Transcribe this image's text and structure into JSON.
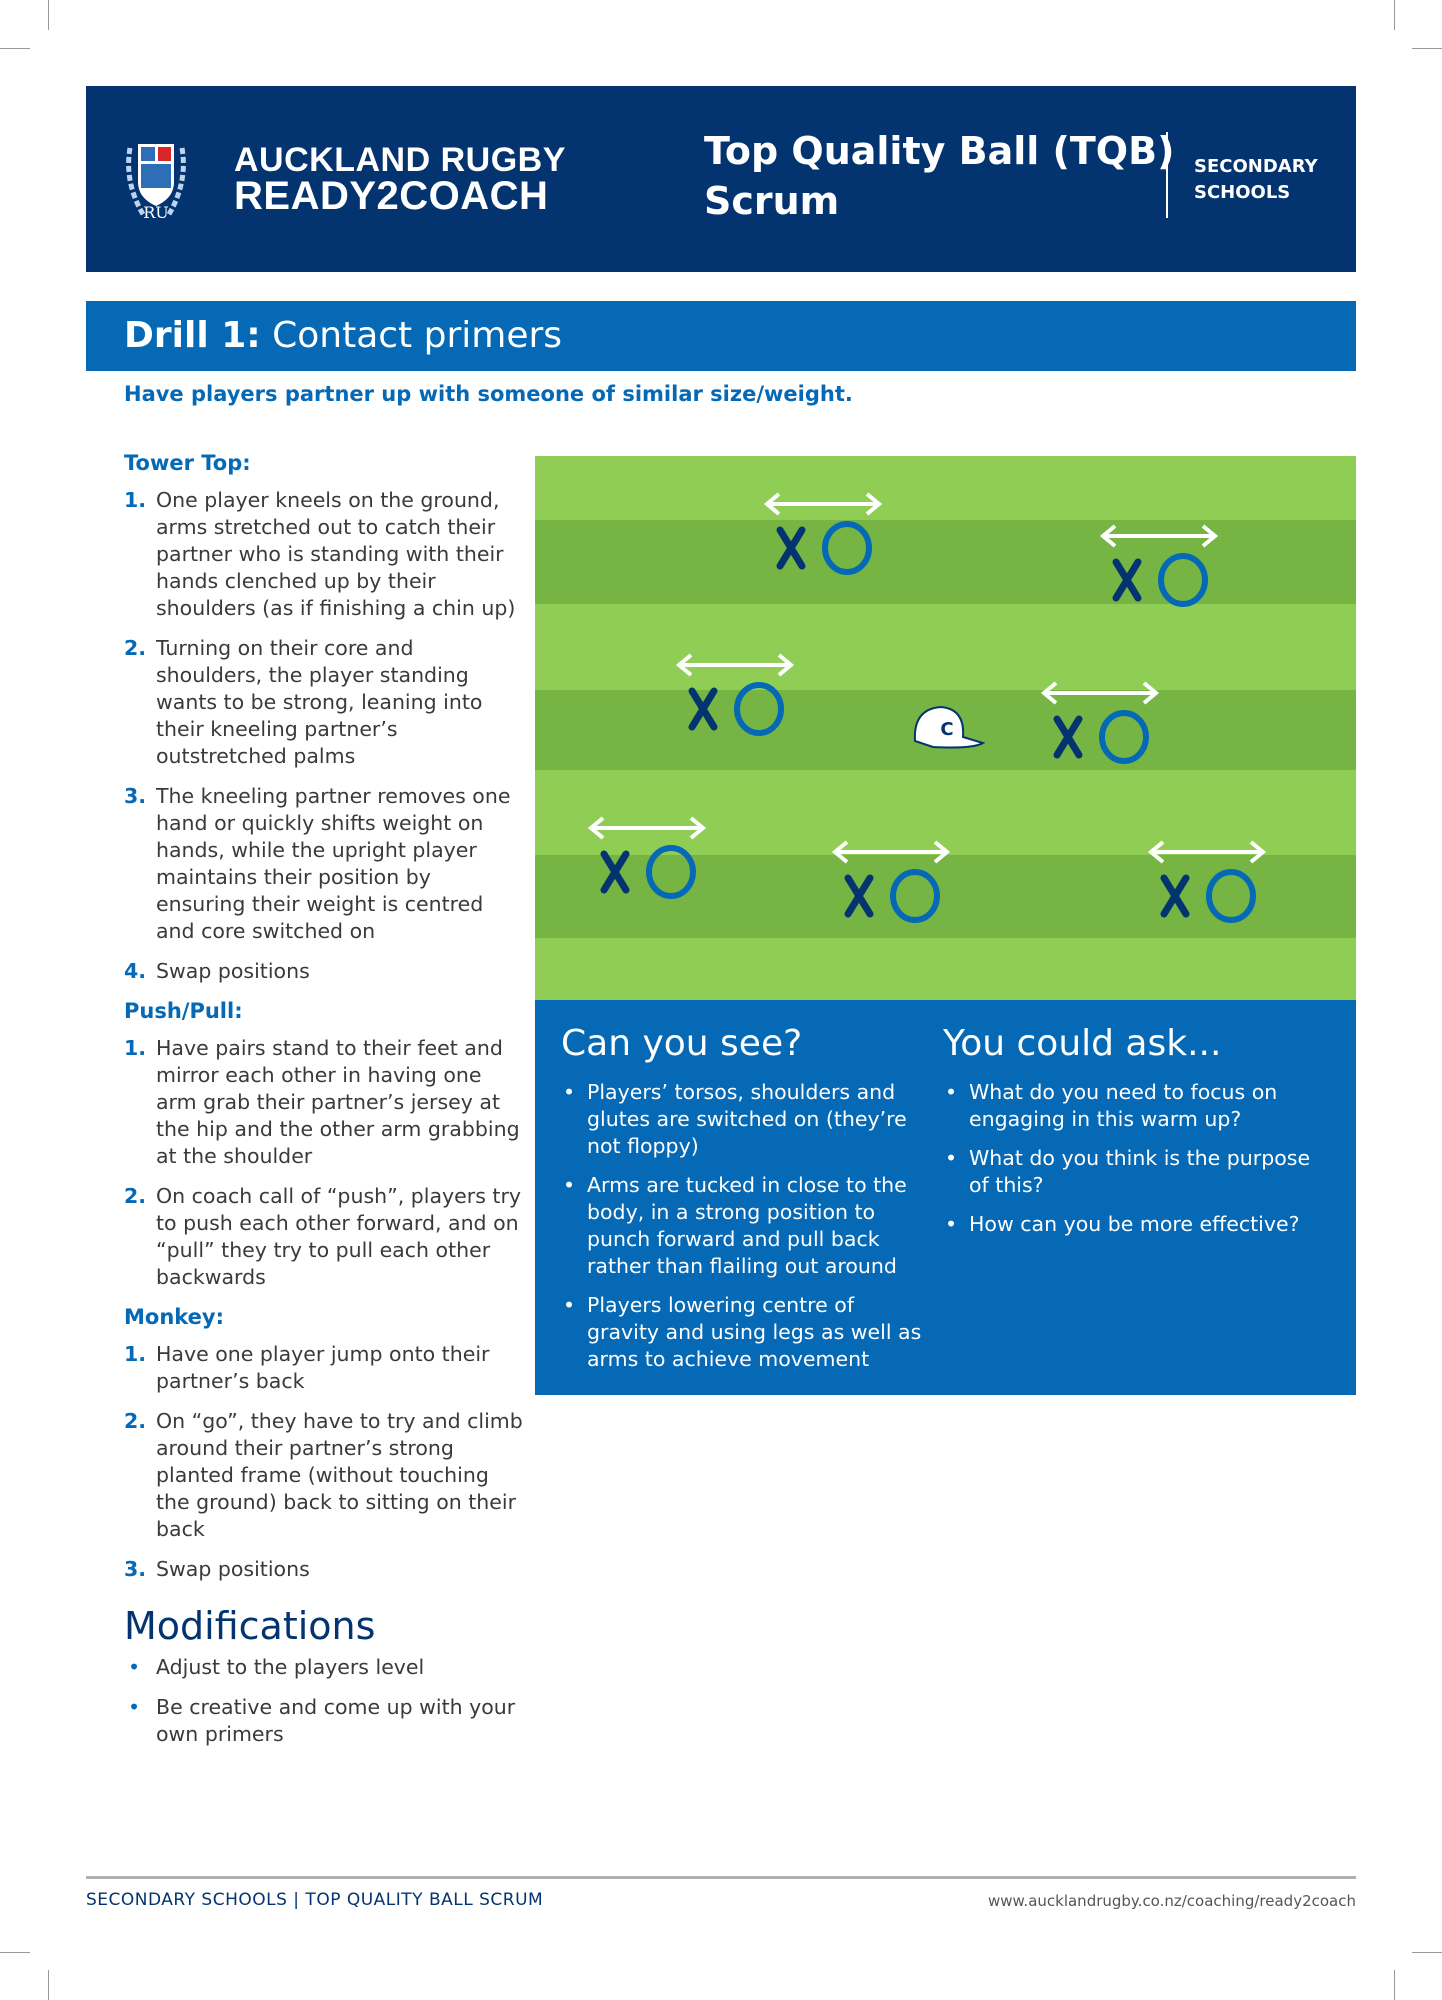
{
  "header": {
    "brand_line1": "AUCKLAND RUGBY",
    "brand_line2": "READY2COACH",
    "title_line1": "Top Quality Ball (TQB)",
    "title_line2": "Scrum",
    "section_line1": "SECONDARY",
    "section_line2": "SCHOOLS"
  },
  "drill": {
    "number": "Drill 1:",
    "name": "Contact primers"
  },
  "intro": "Have players partner up with someone of similar size/weight.",
  "sections": [
    {
      "heading": "Tower Top:",
      "items": [
        "One player kneels on the ground, arms stretched out to catch their partner who is standing with their hands clenched up by their shoulders (as if finishing a chin up)",
        "Turning on their core and shoulders, the player standing wants to be strong, leaning into their kneeling partner’s outstretched palms",
        "The kneeling partner removes one hand or quickly shifts weight on hands, while the upright player maintains their position by ensuring their weight is centred and core switched on",
        "Swap positions"
      ]
    },
    {
      "heading": "Push/Pull:",
      "items": [
        "Have pairs stand to their feet and mirror each other in having one arm grab their partner’s jersey at the hip and the other arm grabbing at the shoulder",
        "On coach call of “push”, players try to push each other forward, and on “pull” they try to pull each other backwards"
      ]
    },
    {
      "heading": "Monkey:",
      "items": [
        "Have one player jump onto their partner’s back",
        "On “go”, they have to try and climb around their partner’s strong planted frame (without touching the ground) back to sitting on their back",
        "Swap positions"
      ]
    }
  ],
  "modifications": {
    "heading": "Modifications",
    "items": [
      "Adjust to the players level",
      "Be creative and come up with your own primers"
    ]
  },
  "diagram": {
    "player_x": "X",
    "player_o": "O",
    "coach_label": "C"
  },
  "can_you_see": {
    "heading": "Can you see?",
    "items": [
      "Players’ torsos, shoulders and glutes are switched on (they’re not floppy)",
      "Arms are tucked in close to the body, in a strong position to punch forward and pull back rather than flailing out around",
      "Players lowering centre of gravity and using legs as well as arms to achieve movement"
    ]
  },
  "you_could_ask": {
    "heading": "You could ask...",
    "items": [
      "What do you need to focus on engaging in this warm up?",
      "What do you think is the purpose of this?",
      "How can you be more effective?"
    ]
  },
  "footer": {
    "left": "SECONDARY SCHOOLS | TOP QUALITY BALL SCRUM",
    "right": "www.aucklandrugby.co.nz/coaching/ready2coach"
  },
  "colors": {
    "navy": "#033470",
    "blue": "#0569b6",
    "grass_light": "#8fcd55",
    "grass_dark": "#76b444"
  }
}
